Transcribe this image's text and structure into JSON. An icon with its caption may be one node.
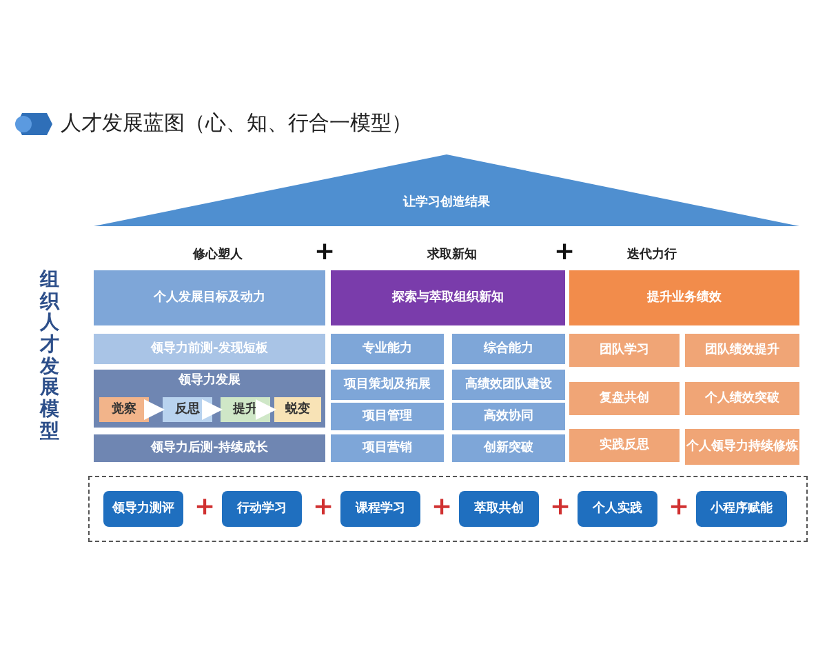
{
  "diagram": {
    "title": "人才发展蓝图（心、知、行合一模型）",
    "nodes": [
      {
        "text": [
          "让学习创造结果"
        ]
      },
      {
        "text": [
          "个人发展目标及动力"
        ]
      },
      {
        "text": [
          "领导力前测-发现短板"
        ]
      },
      {
        "text": [
          "领导力发展"
        ]
      },
      {
        "text": [
          "觉察"
        ],
        "in": 3
      },
      {
        "text": [
          "反思"
        ],
        "in": 3
      },
      {
        "text": [
          "提升"
        ],
        "in": 3
      },
      {
        "text": [
          "蜕变"
        ],
        "in": 3
      },
      {
        "text": [
          "领导力后测-持续成长"
        ]
      },
      {
        "text": [
          "探索与萃取组织新知"
        ]
      },
      {
        "text": [
          "专业能力"
        ]
      },
      {
        "text": [
          "综合能力"
        ]
      },
      {
        "text": [
          "项目策划及拓展"
        ]
      },
      {
        "text": [
          "高绩效团队建设"
        ]
      },
      {
        "text": [
          "项目管理"
        ]
      },
      {
        "text": [
          "高效协同"
        ]
      },
      {
        "text": [
          "项目营销"
        ]
      },
      {
        "text": [
          "创新突破"
        ]
      },
      {
        "text": [
          "提升业务绩效"
        ]
      },
      {
        "text": [
          "团队学习"
        ]
      },
      {
        "text": [
          "团队绩效提升"
        ]
      },
      {
        "text": [
          "复盘共创"
        ]
      },
      {
        "text": [
          "个人绩效突破"
        ]
      },
      {
        "text": [
          "实践反思"
        ]
      },
      {
        "text": [
          "个人领导力持续修炼"
        ]
      },
      {
        "text": [],
        "shape": "box"
      },
      {
        "text": [
          "领导力测评"
        ],
        "in": 25
      },
      {
        "text": [
          "行动学习"
        ],
        "in": 25
      },
      {
        "text": [
          "课程学习"
        ],
        "in": 25
      },
      {
        "text": [
          "萃取共创"
        ],
        "in": 25
      },
      {
        "text": [
          "个人实践"
        ],
        "in": 25
      },
      {
        "text": [
          "小程序赋能"
        ],
        "in": 25
      }
    ],
    "edges": [
      {
        "from": 4,
        "to": 5,
        "arrow": "to"
      },
      {
        "from": 5,
        "to": 6,
        "arrow": "to"
      },
      {
        "from": 6,
        "to": 7,
        "arrow": "to"
      }
    ],
    "labels": [
      "组织人才发展模型",
      "修心塑人",
      "+",
      "求取新知",
      "+",
      "迭代力行",
      "+",
      "+",
      "+",
      "+",
      "+"
    ]
  }
}
